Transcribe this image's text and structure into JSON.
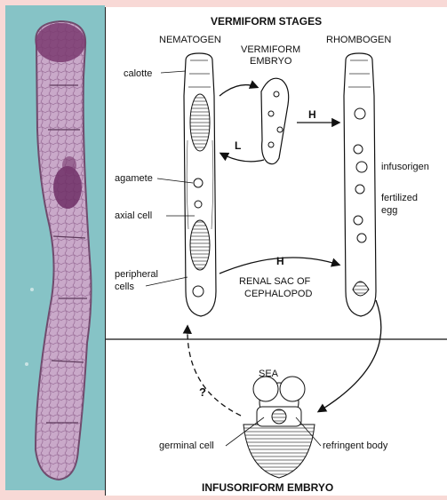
{
  "colors": {
    "page_background": "#f8d9d6",
    "photo_background": "#86c3c6",
    "specimen_fill": "#c9a9c9",
    "specimen_stain": "#7a3a70",
    "line": "#111111"
  },
  "diagram": {
    "title_top": "VERMIFORM STAGES",
    "title_bottom": "INFUSORIFORM EMBRYO",
    "stage_labels": {
      "nematogen": "NEMATOGEN",
      "vermiform_embryo_line1": "VERMIFORM",
      "vermiform_embryo_line2": "EMBRYO",
      "rhombogen": "RHOMBOGEN"
    },
    "part_labels": {
      "calotte": "calotte",
      "agamete": "agamete",
      "axial_cell": "axial cell",
      "peripheral_cells_line1": "peripheral",
      "peripheral_cells_line2": "cells",
      "infusorigen": "infusorigen",
      "fertilized_egg_line1": "fertilized",
      "fertilized_egg_line2": "egg",
      "germinal_cell": "germinal cell",
      "refringent_body": "refringent body"
    },
    "location_labels": {
      "renal_sac_line1": "RENAL SAC OF",
      "renal_sac_line2": "CEPHALOPOD",
      "sea": "SEA"
    },
    "arrow_labels": {
      "h_top": "H",
      "l_return": "L",
      "h_middle": "H",
      "unknown": "?"
    }
  }
}
